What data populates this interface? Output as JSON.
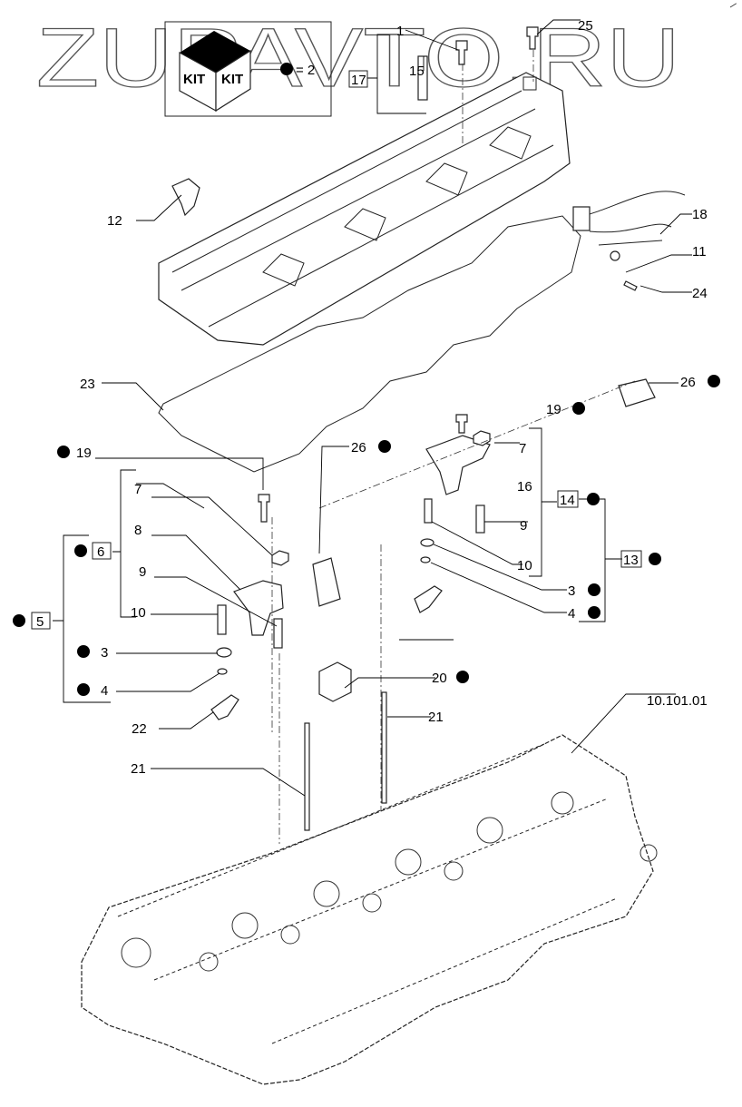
{
  "watermark": "ZUPAVTO.RU",
  "kit": {
    "label_left": "KIT",
    "label_right": "KIT",
    "legend": "= 2"
  },
  "callouts": [
    {
      "id": "c1",
      "text": "1",
      "boxed": false,
      "dot": false
    },
    {
      "id": "c25",
      "text": "25",
      "boxed": false,
      "dot": false
    },
    {
      "id": "c15",
      "text": "15",
      "boxed": false,
      "dot": false
    },
    {
      "id": "c17",
      "text": "17",
      "boxed": true,
      "dot": false
    },
    {
      "id": "c12",
      "text": "12",
      "boxed": false,
      "dot": false
    },
    {
      "id": "c18",
      "text": "18",
      "boxed": false,
      "dot": false
    },
    {
      "id": "c11",
      "text": "11",
      "boxed": false,
      "dot": false
    },
    {
      "id": "c24",
      "text": "24",
      "boxed": false,
      "dot": false
    },
    {
      "id": "c23",
      "text": "23",
      "boxed": false,
      "dot": false
    },
    {
      "id": "c26a",
      "text": "26",
      "boxed": false,
      "dot": true
    },
    {
      "id": "c19a",
      "text": "19",
      "boxed": false,
      "dot": true
    },
    {
      "id": "c7a",
      "text": "7",
      "boxed": false,
      "dot": false
    },
    {
      "id": "c16",
      "text": "16",
      "boxed": false,
      "dot": false
    },
    {
      "id": "c14",
      "text": "14",
      "boxed": true,
      "dot": true
    },
    {
      "id": "c9a",
      "text": "9",
      "boxed": false,
      "dot": false
    },
    {
      "id": "c13",
      "text": "13",
      "boxed": true,
      "dot": true
    },
    {
      "id": "c10a",
      "text": "10",
      "boxed": false,
      "dot": false
    },
    {
      "id": "c3a",
      "text": "3",
      "boxed": false,
      "dot": true
    },
    {
      "id": "c4a",
      "text": "4",
      "boxed": false,
      "dot": true
    },
    {
      "id": "c26b",
      "text": "26",
      "boxed": false,
      "dot": true
    },
    {
      "id": "c19b",
      "text": "19",
      "boxed": false,
      "dot": true
    },
    {
      "id": "c7b",
      "text": "7",
      "boxed": false,
      "dot": false
    },
    {
      "id": "c8",
      "text": "8",
      "boxed": false,
      "dot": false
    },
    {
      "id": "c6",
      "text": "6",
      "boxed": true,
      "dot": true
    },
    {
      "id": "c9b",
      "text": "9",
      "boxed": false,
      "dot": false
    },
    {
      "id": "c5",
      "text": "5",
      "boxed": true,
      "dot": true
    },
    {
      "id": "c10b",
      "text": "10",
      "boxed": false,
      "dot": false
    },
    {
      "id": "c3b",
      "text": "3",
      "boxed": false,
      "dot": true
    },
    {
      "id": "c4b",
      "text": "4",
      "boxed": false,
      "dot": true
    },
    {
      "id": "c20",
      "text": "20",
      "boxed": false,
      "dot": true
    },
    {
      "id": "c21a",
      "text": "21",
      "boxed": false,
      "dot": false
    },
    {
      "id": "c22",
      "text": "22",
      "boxed": false,
      "dot": false
    },
    {
      "id": "c101",
      "text": "10.101.01",
      "boxed": false,
      "dot": false
    },
    {
      "id": "c21b",
      "text": "21",
      "boxed": false,
      "dot": false
    }
  ]
}
